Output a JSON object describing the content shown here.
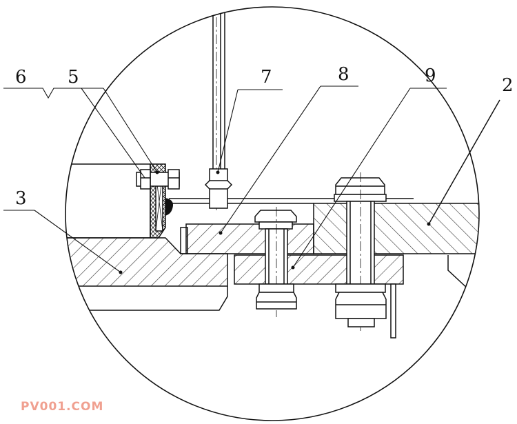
{
  "callouts": [
    {
      "id": "6",
      "label": "6"
    },
    {
      "id": "5",
      "label": "5"
    },
    {
      "id": "7",
      "label": "7"
    },
    {
      "id": "8",
      "label": "8"
    },
    {
      "id": "9",
      "label": "9"
    },
    {
      "id": "2",
      "label": "2"
    },
    {
      "id": "3",
      "label": "3"
    }
  ],
  "watermark": "PV001.COM",
  "colors": {
    "line": "#111111",
    "hatch": "#333333",
    "watermark": "#f0a090"
  }
}
